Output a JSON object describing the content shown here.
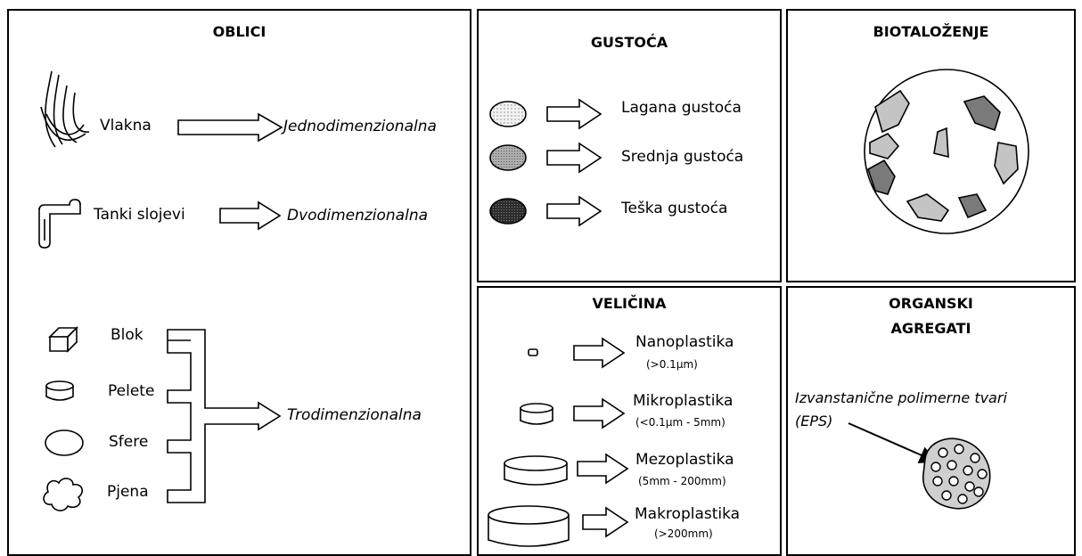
{
  "oblici": {
    "title": "OBLICI",
    "fibers": "Vlakna",
    "one_d": "Jednodimenzionalna",
    "films": "Tanki slojevi",
    "two_d": "Dvodimenzionalna",
    "block": "Blok",
    "pellets": "Pelete",
    "spheres": "Sfere",
    "foam": "Pjena",
    "three_d": "Trodimenzionalna"
  },
  "gustoca": {
    "title": "GUSTOĆA",
    "light": "Lagana gustoća",
    "medium": "Srednja gustoća",
    "heavy": "Teška gustoća"
  },
  "biotalozenje": {
    "title": "BIOTALOŽENJE"
  },
  "velicina": {
    "title": "VELIČINA",
    "nano": "Nanoplastika",
    "nano_range": "(>0.1μm)",
    "micro": "Mikroplastika",
    "micro_range": "(<0.1μm - 5mm)",
    "meso": "Mezoplastika",
    "meso_range": "(5mm - 200mm)",
    "macro": "Makroplastika",
    "macro_range": "(>200mm)"
  },
  "organski": {
    "title_line1": "ORGANSKI",
    "title_line2": "AGREGATI",
    "eps_line1": "Izvanstanične polimerne tvari",
    "eps_line2": "(EPS)"
  },
  "colors": {
    "stroke": "#000000",
    "light_fill": "#f2f2f2",
    "medium_fill": "#b5b5b5",
    "heavy_fill": "#2a2a2a",
    "fragment_dark": "#7a7a7a",
    "fragment_light": "#c4c4c4",
    "aggregate_fill": "#cfcfcf"
  }
}
